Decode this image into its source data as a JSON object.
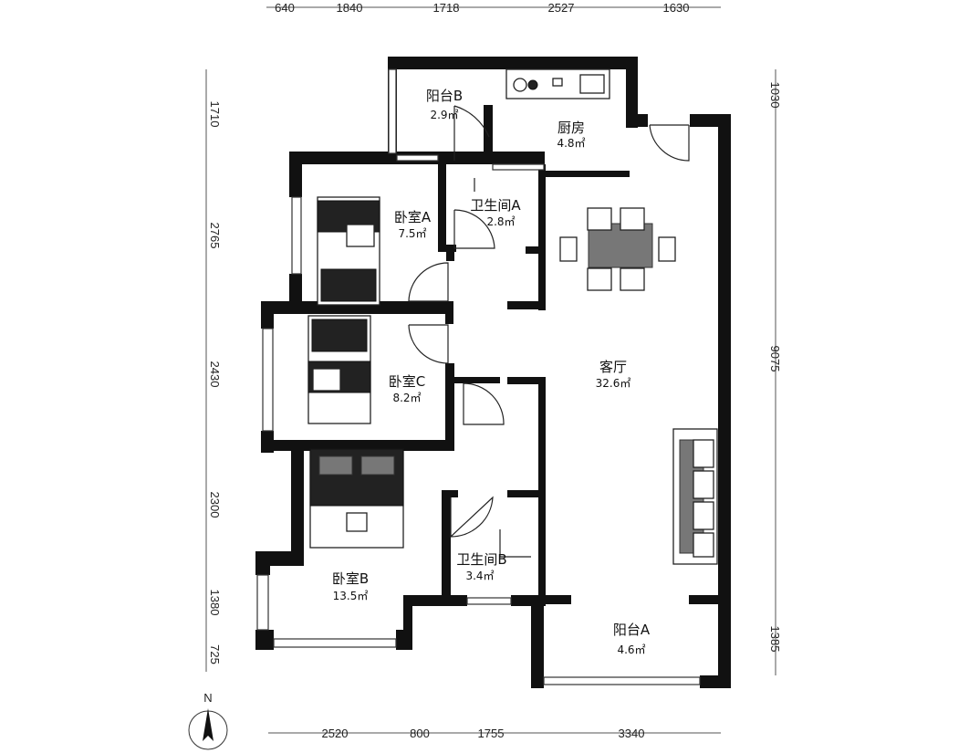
{
  "dimensions": {
    "top": [
      "640",
      "1840",
      "1718",
      "2527",
      "1630"
    ],
    "bottom": [
      "2520",
      "800",
      "1755",
      "3340"
    ],
    "left": [
      "1710",
      "2765",
      "2430",
      "2300",
      "1380",
      "725"
    ],
    "right": [
      "1030",
      "9075",
      "1385"
    ]
  },
  "rooms": {
    "balcony_b": {
      "name": "阳台B",
      "area": "2.9㎡"
    },
    "kitchen": {
      "name": "厨房",
      "area": "4.8㎡"
    },
    "bedroom_a": {
      "name": "卧室A",
      "area": "7.5㎡"
    },
    "bathroom_a": {
      "name": "卫生间A",
      "area": "2.8㎡"
    },
    "bedroom_c": {
      "name": "卧室C",
      "area": "8.2㎡"
    },
    "living_room": {
      "name": "客厅",
      "area": "32.6㎡"
    },
    "bedroom_b": {
      "name": "卧室B",
      "area": "13.5㎡"
    },
    "bathroom_b": {
      "name": "卫生间B",
      "area": "3.4㎡"
    },
    "balcony_a": {
      "name": "阳台A",
      "area": "4.6㎡"
    }
  },
  "compass": {
    "label": "N"
  },
  "colors": {
    "wall": "#111111",
    "background": "#ffffff"
  }
}
